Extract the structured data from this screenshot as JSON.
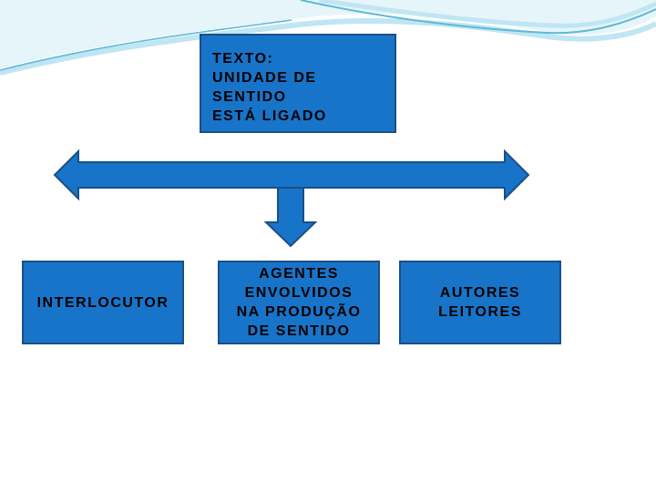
{
  "colors": {
    "box_fill": "#1874c8",
    "box_border": "#1a4f87",
    "arrow_fill": "#1874c8",
    "swoosh_light": "#bfe6f2",
    "swoosh_dark": "#5fb8d8"
  },
  "top_box": {
    "lines": [
      "TEXTO:",
      "UNIDADE DE",
      "SENTIDO",
      "ESTÁ LIGADO"
    ]
  },
  "bottom_boxes": {
    "left": {
      "lines": [
        "INTERLOCUTOR"
      ]
    },
    "middle": {
      "lines": [
        "AGENTES",
        "ENVOLVIDOS",
        "NA PRODUÇÃO",
        "DE SENTIDO"
      ]
    },
    "right": {
      "lines": [
        "AUTORES",
        "LEITORES"
      ]
    }
  },
  "connectors": {
    "horizontal": "double-headed arrow",
    "vertical": "down arrow"
  }
}
